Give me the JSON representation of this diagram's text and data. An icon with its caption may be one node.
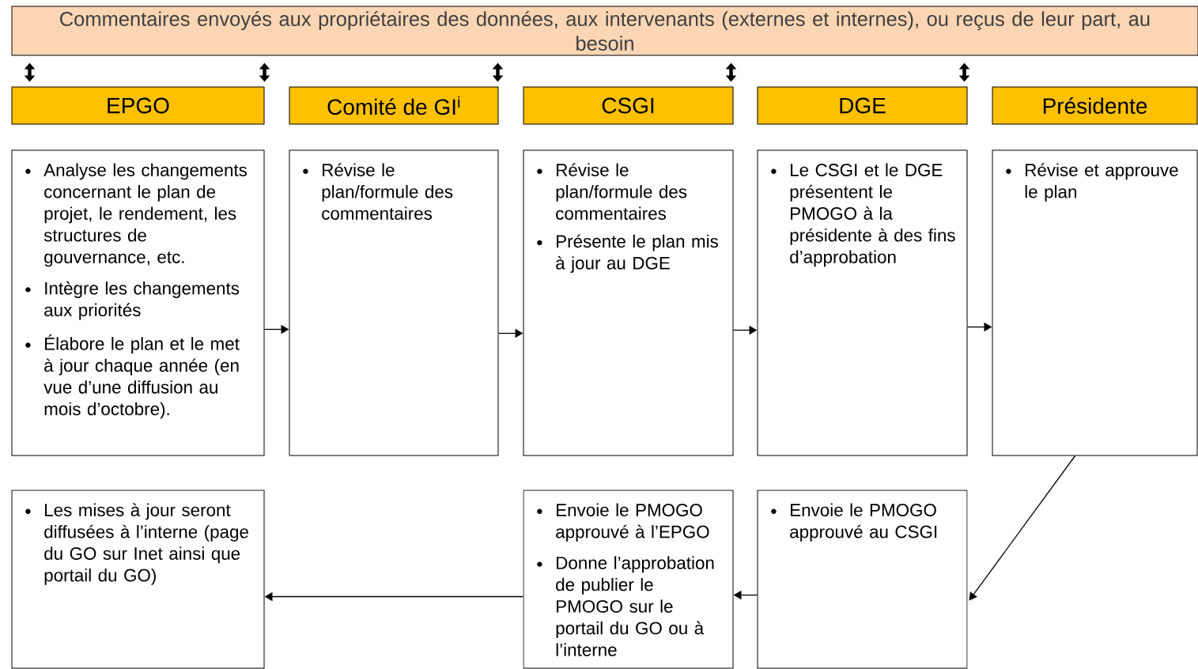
{
  "diagram": {
    "nodes": [
      {
        "text": [
          "Commentaires envoyés aux propriétaires des données, aux intervenants (externes et internes), ou reçus de leur part, au besoin"
        ]
      },
      {
        "text": [
          "EPGO"
        ]
      },
      {
        "text": [
          "Comité de GI$^{i}$"
        ]
      },
      {
        "text": [
          "CSGI"
        ]
      },
      {
        "text": [
          "DGE"
        ]
      },
      {
        "text": [
          "Présidente"
        ]
      },
      {
        "text": [
          "Analyse les changements concernant le plan de projet, le rendement, les structures de gouvernance, etc.",
          "Intègre les changements aux priorités",
          "Élabore le plan et le met à jour chaque année (en vue d’une diffusion au mois d’octobre)."
        ]
      },
      {
        "text": [
          "Révise le plan/formule des commentaires"
        ]
      },
      {
        "text": [
          "Révise le plan/formule des commentaires",
          "Présente le plan mis à jour au DGE"
        ]
      },
      {
        "text": [
          "Le CSGI et le DGE présentent le PMOGO à la présidente à des fins d’approbation"
        ]
      },
      {
        "text": [
          "Révise et approuve le plan"
        ]
      },
      {
        "text": [
          "Les mises à jour seront diffusées à l’interne (page du GO sur Inet ainsi que portail du GO)"
        ]
      },
      {
        "text": [
          "Envoie le PMOGO approuvé à l’EPGO",
          "Donne l’approbation de publier le PMOGO sur le portail du GO ou à l’interne"
        ]
      },
      {
        "text": [
          "Envoie le PMOGO approuvé au CSGI"
        ]
      }
    ],
    "edges": [
      {
        "from": 0,
        "to": 1,
        "arrow": "both",
        "style": "thick"
      },
      {
        "from": 0,
        "to": 1,
        "arrow": "both",
        "style": "thick"
      },
      {
        "from": 0,
        "to": 2,
        "arrow": "both",
        "style": "thick"
      },
      {
        "from": 0,
        "to": 3,
        "arrow": "both",
        "style": "thick"
      },
      {
        "from": 0,
        "to": 4,
        "arrow": "both",
        "style": "thick"
      },
      {
        "from": 6,
        "to": 7,
        "arrow": "to"
      },
      {
        "from": 7,
        "to": 8,
        "arrow": "to"
      },
      {
        "from": 8,
        "to": 9,
        "arrow": "to"
      },
      {
        "from": 9,
        "to": 10,
        "arrow": "to"
      },
      {
        "from": 10,
        "to": 13,
        "arrow": "to"
      },
      {
        "from": 13,
        "to": 12,
        "arrow": "to"
      },
      {
        "from": 12,
        "to": 11,
        "arrow": "to"
      }
    ]
  }
}
